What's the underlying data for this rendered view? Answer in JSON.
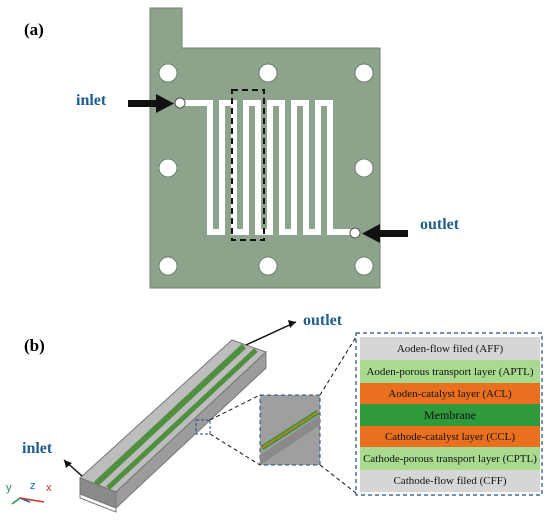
{
  "panels": {
    "a": {
      "label": "(a)",
      "inlet": "inlet",
      "outlet": "outlet"
    },
    "b": {
      "label": "(b)",
      "inlet": "inlet",
      "outlet": "outlet"
    }
  },
  "axis": {
    "y": "y",
    "z": "z",
    "x": "x"
  },
  "layers": [
    {
      "name": "Aoden-flow filed (AFF)",
      "color": "#d6d6d6"
    },
    {
      "name": "Aoden-porous transport layer (APTL)",
      "color": "#a8db8f"
    },
    {
      "name": "Aoden-catalyst layer (ACL)",
      "color": "#e8701f"
    },
    {
      "name": "Membrane",
      "color": "#2f9a3c"
    },
    {
      "name": "Cathode-catalyst layer (CCL)",
      "color": "#e8701f"
    },
    {
      "name": "Cathode-porous transport layer (CPTL)",
      "color": "#a8db8f"
    },
    {
      "name": "Cathode-flow filed (CFF)",
      "color": "#d6d6d6"
    }
  ],
  "colors": {
    "plate": "#8ea38c",
    "callout_text": "#1f5f8b"
  }
}
